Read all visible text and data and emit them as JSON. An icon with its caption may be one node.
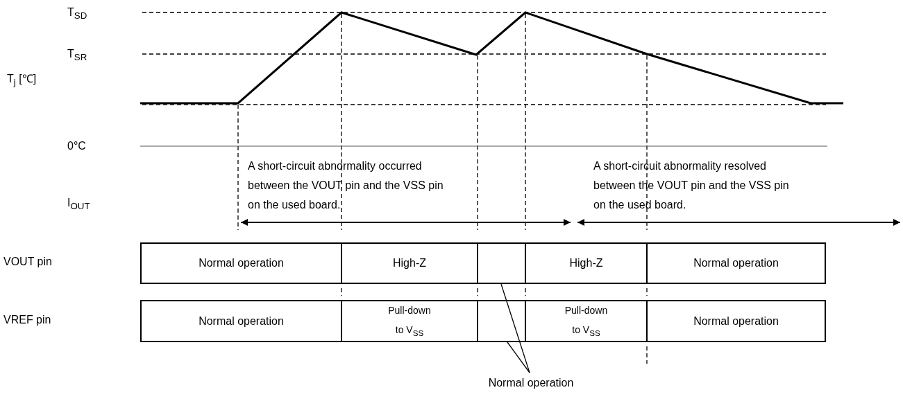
{
  "diagram": {
    "nodes": [
      {
        "text": [
          "Normal operation"
        ]
      },
      {
        "text": [
          "High-Z"
        ]
      },
      {
        "text": [],
        "shape": "box"
      },
      {
        "text": [
          "High-Z"
        ]
      },
      {
        "text": [
          "Normal operation"
        ]
      },
      {
        "text": [
          "Normal operation"
        ]
      },
      {
        "text": [
          "Pull-down to V$_{SS}$"
        ]
      },
      {
        "text": [],
        "shape": "box"
      },
      {
        "text": [
          "Pull-down to V$_{SS}$"
        ]
      },
      {
        "text": [
          "Normal operation"
        ]
      },
      {
        "text": [
          "Normal operation"
        ]
      }
    ],
    "edges": [
      {
        "from": 10,
        "to": 2,
        "arrow": "none"
      },
      {
        "from": 10,
        "to": 7,
        "arrow": "none"
      }
    ],
    "labels": [
      "T$_{SD}$",
      "T$_{SR}$",
      "T$_{j}$ [℃]",
      "0°C",
      "A short-circuit abnormality occurred between the VOUT pin and the VSS pin on the used board.",
      "A short-circuit abnormality resolved between the VOUT pin and the VSS pin on the used board.",
      "I$_{OUT}$",
      "VOUT pin",
      "VREF pin"
    ]
  }
}
